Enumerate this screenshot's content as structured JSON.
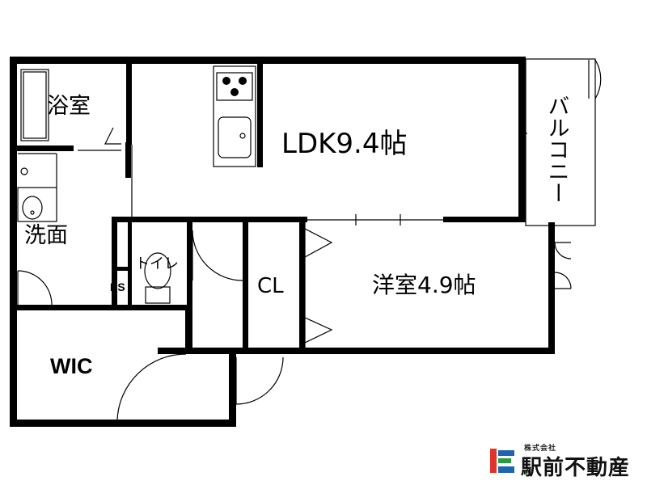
{
  "rooms": {
    "bath": "浴室",
    "washroom": "洗面",
    "ldk": "LDK9.4帖",
    "balcony": "バルコニー",
    "toilet": "トイレ",
    "ps": "PS",
    "closet": "CL",
    "western_room": "洋室4.9帖",
    "walk_in_closet": "WIC"
  },
  "logo": {
    "company_type": "株式会社",
    "company_name": "駅前不動産",
    "colors": [
      "#e0332a",
      "#1e63b4",
      "#2a9a45"
    ]
  }
}
